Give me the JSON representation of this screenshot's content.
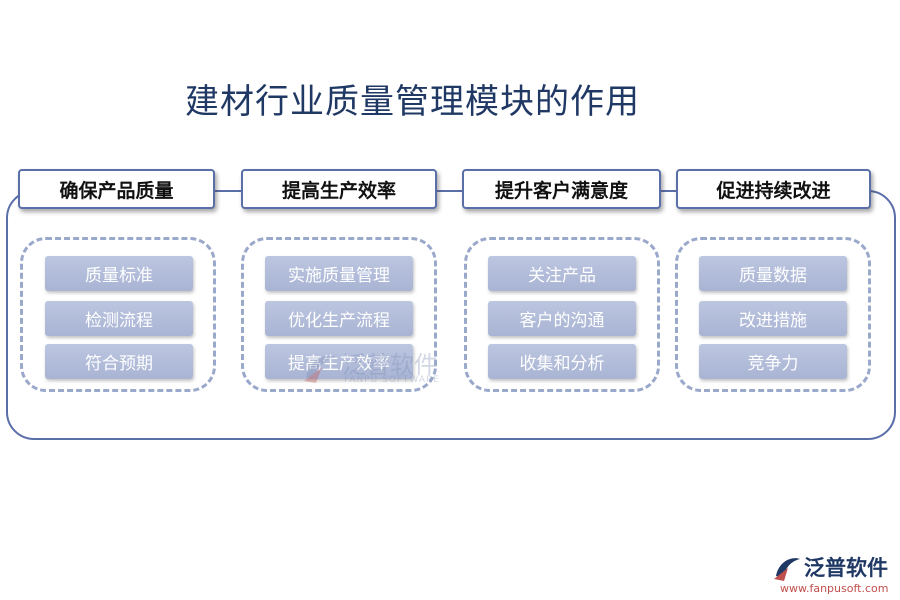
{
  "title": "建材行业质量管理模块的作用",
  "columns": [
    {
      "header": "确保产品质量",
      "items": [
        "质量标准",
        "检测流程",
        "符合预期"
      ]
    },
    {
      "header": "提高生产效率",
      "items": [
        "实施质量管理",
        "优化生产流程",
        "提高生产效率"
      ]
    },
    {
      "header": "提升客户满意度",
      "items": [
        "关注产品",
        "客户的沟通",
        "收集和分析"
      ]
    },
    {
      "header": "促进持续改进",
      "items": [
        "质量数据",
        "改进措施",
        "竞争力"
      ]
    }
  ],
  "watermark": {
    "name": "泛普软件",
    "sub": "FANPU SOFTWARE"
  },
  "logo": {
    "name": "泛普软件",
    "url": "www.fanpusoft.com"
  },
  "colors": {
    "title": "#1f3864",
    "frame": "#5a6ea8",
    "item_fill": "#aeb8d6",
    "dash": "#9aa8cb"
  }
}
